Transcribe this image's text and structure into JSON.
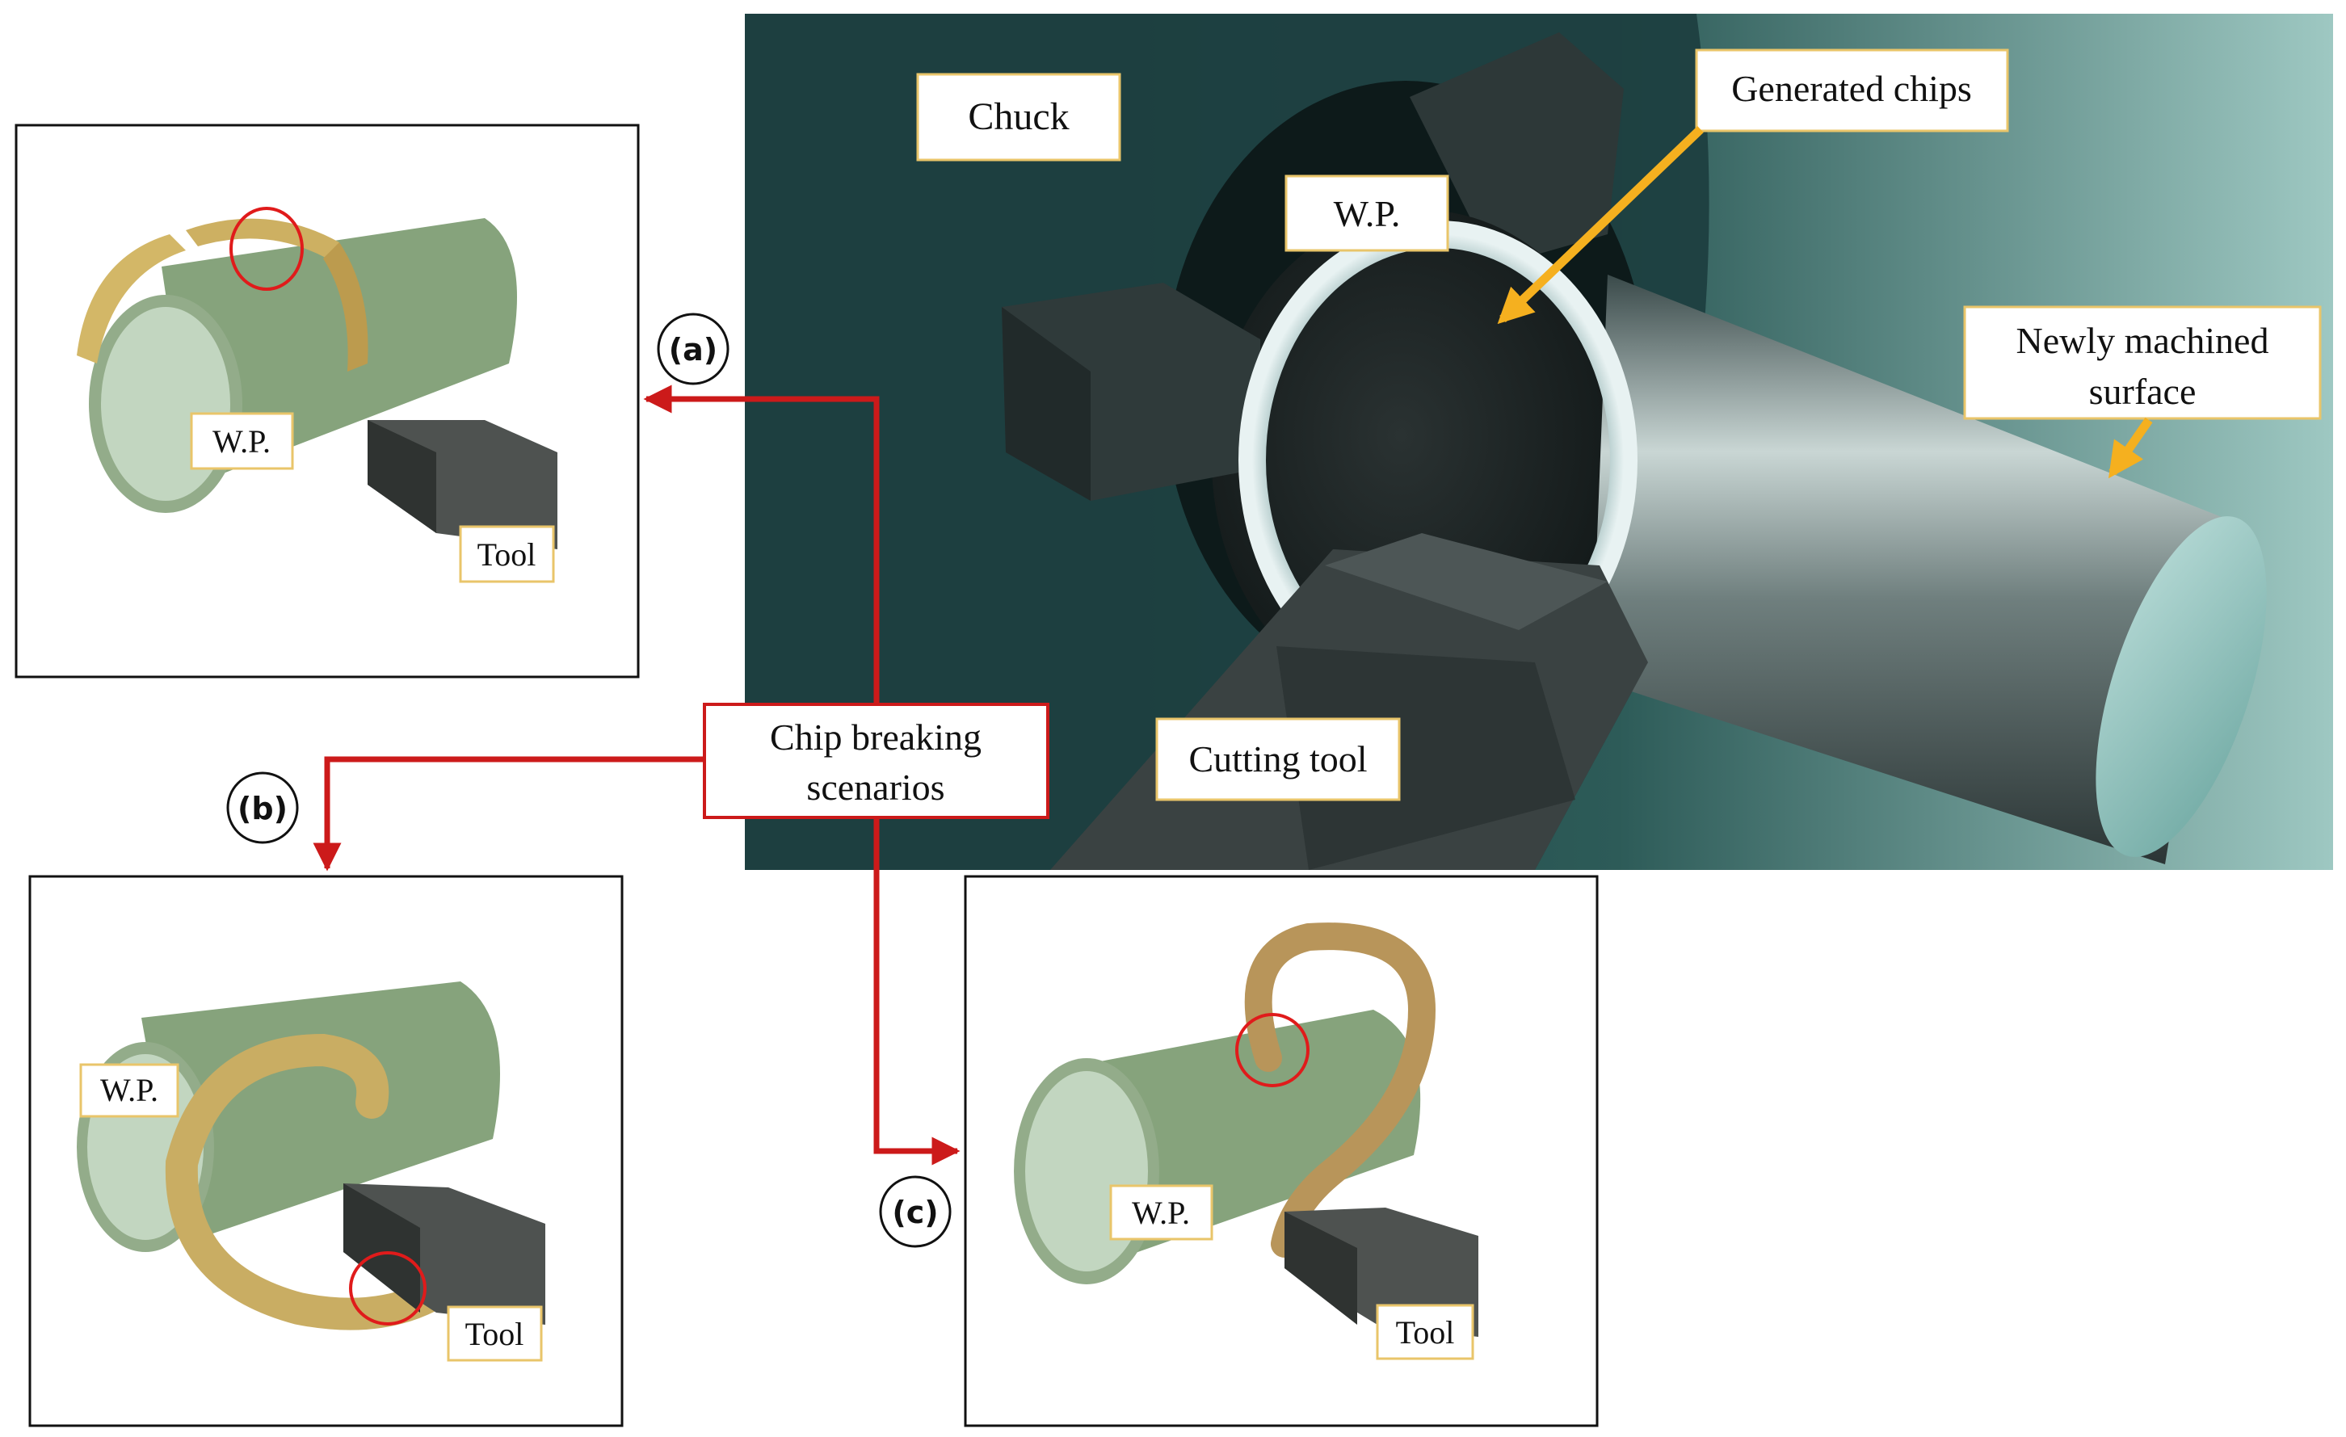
{
  "labels": {
    "chuck": "Chuck",
    "wp_main": "W.P.",
    "generated_chips": "Generated chips",
    "newly_line1": "Newly machined",
    "newly_line2": "surface",
    "cutting_tool": "Cutting tool",
    "scenarios_line1": "Chip breaking",
    "scenarios_line2": "scenarios",
    "panel_a_wp": "W.P.",
    "panel_a_tool": "Tool",
    "panel_b_wp": "W.P.",
    "panel_b_tool": "Tool",
    "panel_c_wp": "W.P.",
    "panel_c_tool": "Tool",
    "marker_a": "(a)",
    "marker_b": "(b)",
    "marker_c": "(c)"
  },
  "colors": {
    "connector": "#cc1a1a",
    "pointer_arrow": "#f5b01f",
    "label_border": "#e9c56a",
    "workpiece": "#86a37c",
    "chip": "#c9ad63",
    "tool": "#4e5250",
    "break_circle": "#e01b1b"
  }
}
